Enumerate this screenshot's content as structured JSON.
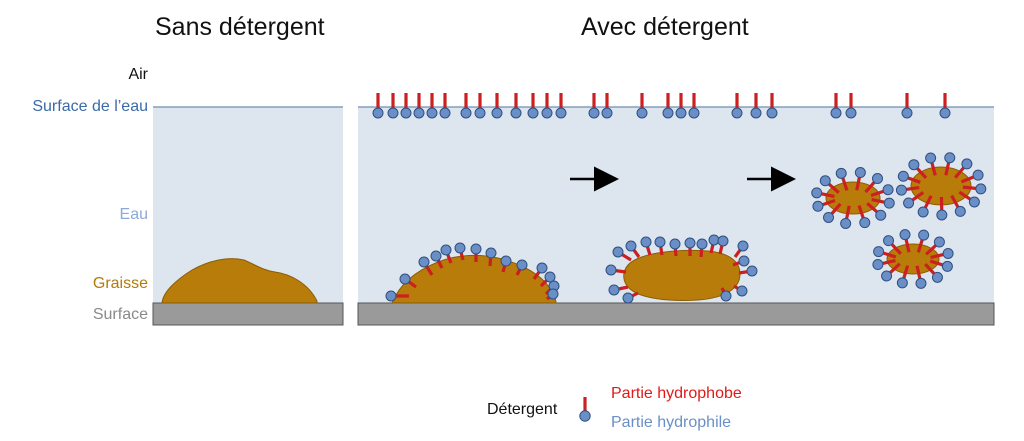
{
  "titles": {
    "without": "Sans détergent",
    "with": "Avec détergent"
  },
  "side_labels": {
    "air": "Air",
    "water_surface": "Surface de l’eau",
    "water": "Eau",
    "grease": "Graisse",
    "surface": "Surface"
  },
  "legend": {
    "detergent": "Détergent",
    "hydrophobic": "Partie hydrophobe",
    "hydrophilic": "Partie hydrophile"
  },
  "colors": {
    "air_label": "#111111",
    "water_surface_label": "#3a6aa8",
    "water_label": "#8aa9d6",
    "grease_label": "#b27b0a",
    "surface_label": "#8a8a8a",
    "water_fill": "#dde5ef",
    "water_line": "#6e8fb5",
    "grease_fill": "#b87c0a",
    "grease_stroke": "#8a5d05",
    "solid_surface": "#9a9a9a",
    "hydrophobic_tail": "#cc1f1f",
    "hydrophilic_head": "#6a8fc7",
    "hydrophobic_label": "#e11919",
    "hydrophilic_label": "#6a8fc7"
  }
}
